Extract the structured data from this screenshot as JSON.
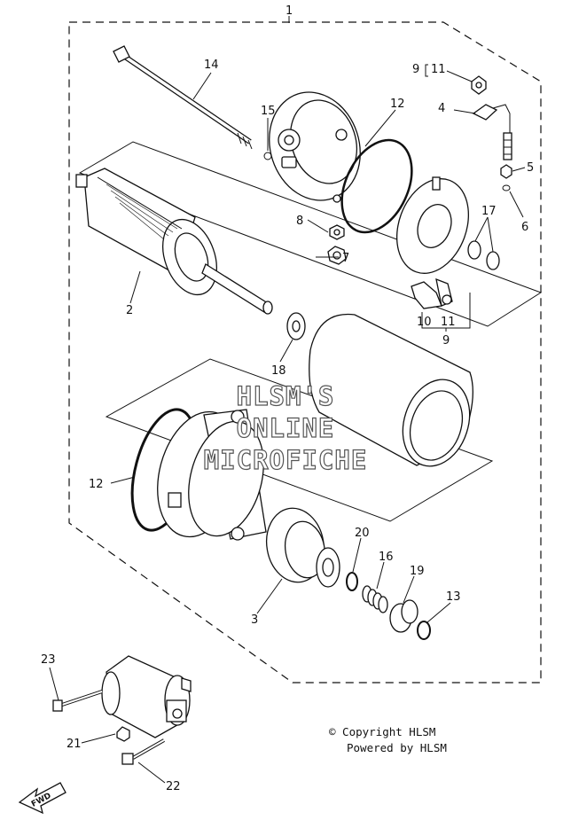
{
  "callouts": [
    {
      "id": "c1",
      "text": "1"
    },
    {
      "id": "c14",
      "text": "14"
    },
    {
      "id": "c15",
      "text": "15"
    },
    {
      "id": "c12a",
      "text": "12"
    },
    {
      "id": "c9a",
      "text": "9"
    },
    {
      "id": "c11a",
      "text": "11"
    },
    {
      "id": "c4",
      "text": "4"
    },
    {
      "id": "c5",
      "text": "5"
    },
    {
      "id": "c6",
      "text": "6"
    },
    {
      "id": "c17",
      "text": "17"
    },
    {
      "id": "c8",
      "text": "8"
    },
    {
      "id": "c7",
      "text": "7"
    },
    {
      "id": "c2",
      "text": "2"
    },
    {
      "id": "c18",
      "text": "18"
    },
    {
      "id": "c10",
      "text": "10"
    },
    {
      "id": "c11b",
      "text": "11"
    },
    {
      "id": "c9b",
      "text": "9"
    },
    {
      "id": "c12b",
      "text": "12"
    },
    {
      "id": "c20",
      "text": "20"
    },
    {
      "id": "c16",
      "text": "16"
    },
    {
      "id": "c19",
      "text": "19"
    },
    {
      "id": "c13",
      "text": "13"
    },
    {
      "id": "c3",
      "text": "3"
    },
    {
      "id": "c23",
      "text": "23"
    },
    {
      "id": "c21",
      "text": "21"
    },
    {
      "id": "c22",
      "text": "22"
    }
  ],
  "watermark": {
    "line1": "HLSM'S",
    "line2": "ONLINE",
    "line3": "MICROFICHE"
  },
  "footer": {
    "copyright": "© Copyright HLSM",
    "powered": "Powered by HLSM"
  },
  "fwd_label": "FWD"
}
